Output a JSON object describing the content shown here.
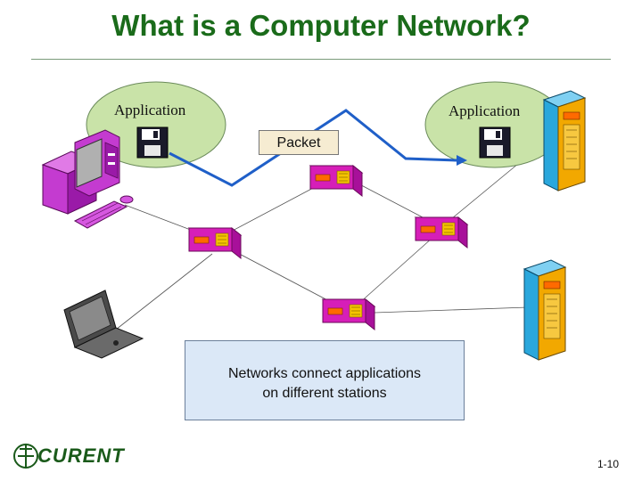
{
  "slide": {
    "title": "What is a Computer Network?",
    "page_number": "1-10"
  },
  "diagram": {
    "app_left_label": "Application",
    "app_right_label": "Application",
    "packet_label": "Packet",
    "caption_line1": "Networks connect applications",
    "caption_line2": "on different stations"
  },
  "logo": {
    "text": "CURENT"
  },
  "icons": [
    "desktop-computer-icon",
    "laptop-icon",
    "server-tower-icon",
    "router-icon",
    "floppy-disk-icon",
    "keyboard-icon",
    "mouse-icon"
  ],
  "colors": {
    "title": "#1a6b1a",
    "bubble": "#c9e3a8",
    "packet_path": "#1f5fc8",
    "router": "#d61eb8",
    "desktop": "#c43bd0",
    "server": "#2aa7dc",
    "caption_box": "#dbe8f7"
  }
}
